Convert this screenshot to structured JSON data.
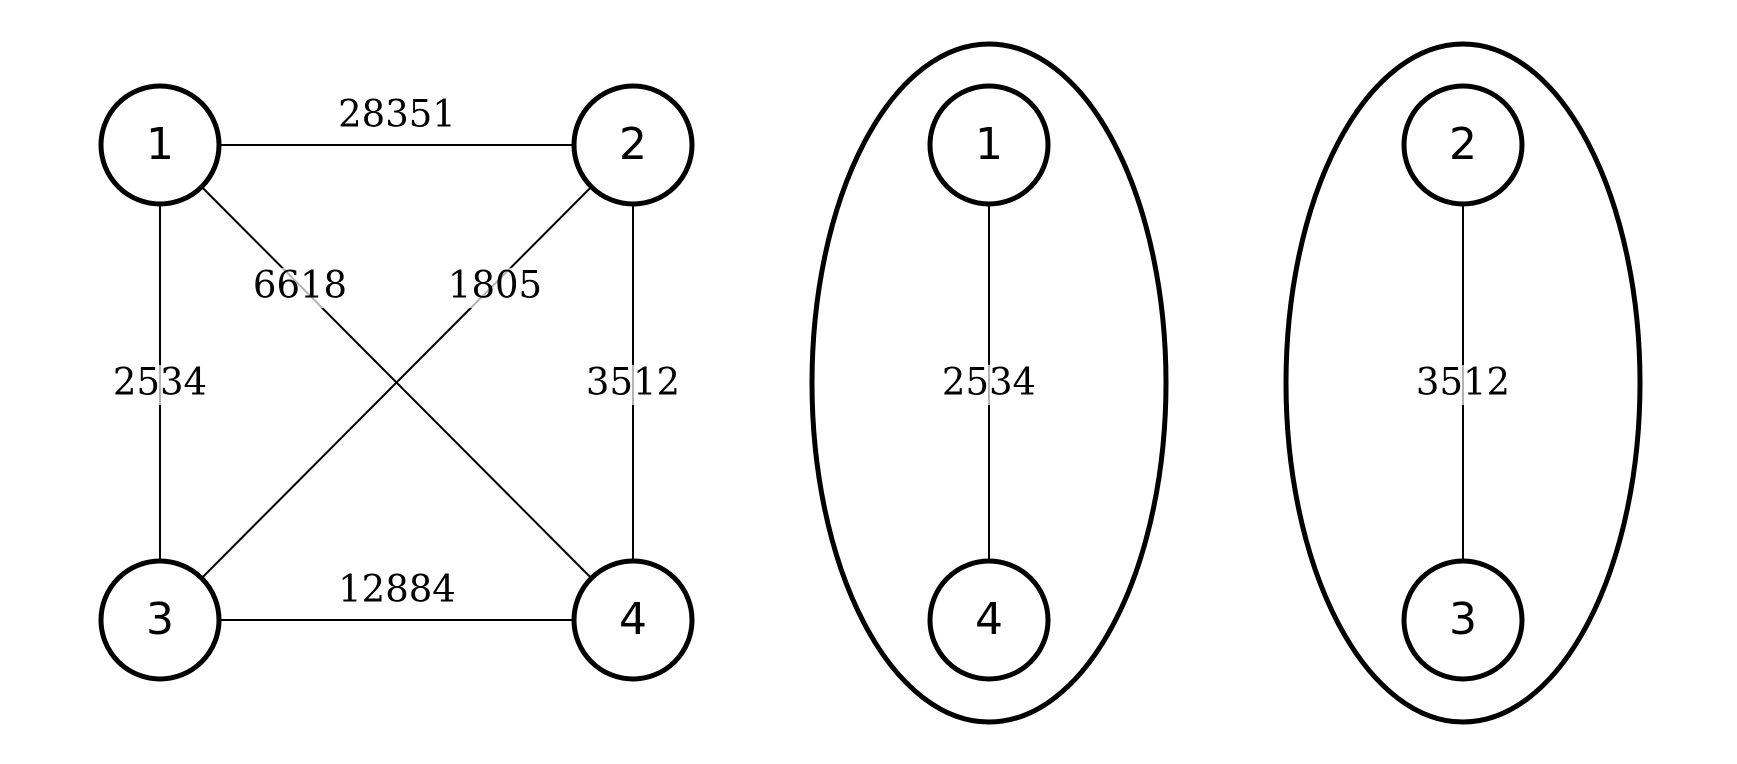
{
  "full_graph": {
    "nodes": [
      {
        "id": "n1",
        "label": "1"
      },
      {
        "id": "n2",
        "label": "2"
      },
      {
        "id": "n3",
        "label": "3"
      },
      {
        "id": "n4",
        "label": "4"
      }
    ],
    "edges": [
      {
        "from": "n1",
        "to": "n2",
        "weight": "28351"
      },
      {
        "from": "n1",
        "to": "n3",
        "weight": "2534"
      },
      {
        "from": "n1",
        "to": "n4",
        "weight": "6618"
      },
      {
        "from": "n2",
        "to": "n3",
        "weight": "1805"
      },
      {
        "from": "n2",
        "to": "n4",
        "weight": "3512"
      },
      {
        "from": "n3",
        "to": "n4",
        "weight": "12884"
      }
    ]
  },
  "clusters": [
    {
      "nodes": [
        {
          "label": "1"
        },
        {
          "label": "4"
        }
      ],
      "edge_weight": "2534"
    },
    {
      "nodes": [
        {
          "label": "2"
        },
        {
          "label": "3"
        }
      ],
      "edge_weight": "3512"
    }
  ]
}
